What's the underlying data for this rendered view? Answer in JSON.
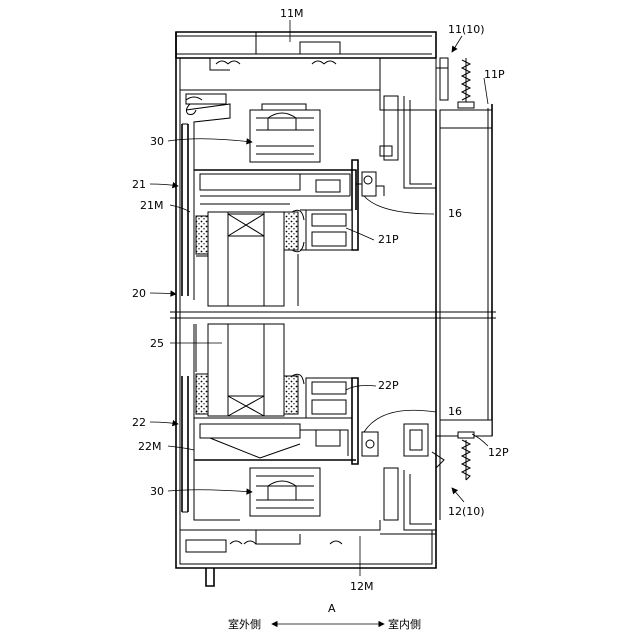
{
  "labels": {
    "l_11m": "11M",
    "l_11_10": "11(10)",
    "l_11p": "11P",
    "l_30a": "30",
    "l_21": "21",
    "l_21m": "21M",
    "l_16a": "16",
    "l_21p": "21P",
    "l_20": "20",
    "l_25": "25",
    "l_22p": "22P",
    "l_16b": "16",
    "l_22": "22",
    "l_22m": "22M",
    "l_12p": "12P",
    "l_30b": "30",
    "l_12_10": "12(10)",
    "l_12m": "12M"
  },
  "direction": {
    "marker": "A",
    "outdoor": "室外側",
    "indoor": "室内側"
  }
}
